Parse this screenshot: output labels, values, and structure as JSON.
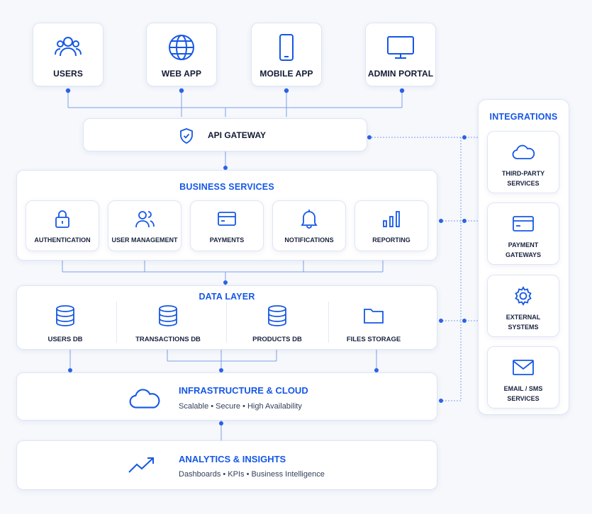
{
  "clients": [
    {
      "label": "USERS",
      "icon": "users-icon"
    },
    {
      "label": "WEB APP",
      "icon": "globe-icon"
    },
    {
      "label": "MOBILE APP",
      "icon": "mobile-phone-icon"
    },
    {
      "label": "ADMIN PORTAL",
      "icon": "monitor-icon"
    }
  ],
  "api_gateway": {
    "label": "API GATEWAY",
    "icon": "shield-check-icon"
  },
  "business_services": {
    "title": "BUSINESS SERVICES",
    "items": [
      {
        "label": "AUTHENTICATION",
        "icon": "lock-icon"
      },
      {
        "label": "USER MANAGEMENT",
        "icon": "user-management-icon"
      },
      {
        "label": "PAYMENTS",
        "icon": "credit-card-icon"
      },
      {
        "label": "NOTIFICATIONS",
        "icon": "bell-icon"
      },
      {
        "label": "REPORTING",
        "icon": "bar-chart-icon"
      }
    ]
  },
  "data_layer": {
    "title": "DATA LAYER",
    "items": [
      {
        "label": "USERS DB",
        "icon": "database-icon"
      },
      {
        "label": "TRANSACTIONS DB",
        "icon": "database-icon"
      },
      {
        "label": "PRODUCTS DB",
        "icon": "database-icon"
      },
      {
        "label": "FILES STORAGE",
        "icon": "folder-icon"
      }
    ]
  },
  "infrastructure": {
    "title": "INFRASTRUCTURE & CLOUD",
    "subtitle": "Scalable  •  Secure  •  High Availability",
    "icon": "cloud-icon"
  },
  "analytics": {
    "title": "ANALYTICS & INSIGHTS",
    "subtitle": "Dashboards  •  KPIs  •  Business Intelligence",
    "icon": "trending-up-icon"
  },
  "integrations": {
    "title": "INTEGRATIONS",
    "items": [
      {
        "label": "THIRD-PARTY SERVICES",
        "icon": "cloud-icon"
      },
      {
        "label": "PAYMENT GATEWAYS",
        "icon": "payment-card-icon"
      },
      {
        "label": "EXTERNAL SYSTEMS",
        "icon": "gear-icon"
      },
      {
        "label": "EMAIL / SMS SERVICES",
        "icon": "envelope-icon"
      }
    ]
  },
  "colors": {
    "accent": "#1557e6",
    "line": "#6f95e8",
    "border": "#dde5f3",
    "background": "#f6f8fc"
  }
}
